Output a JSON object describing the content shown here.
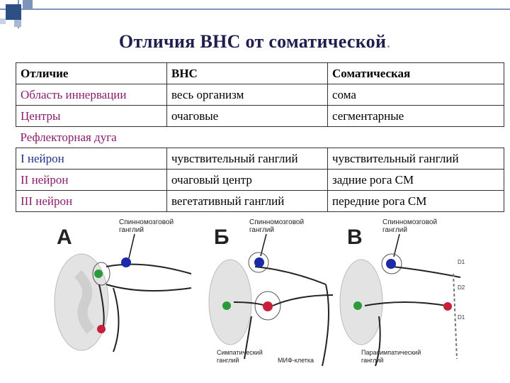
{
  "title": "Отличия ВНС от соматической",
  "title_dot": ".",
  "table": {
    "header": [
      "Отличие",
      "ВНС",
      "Соматическая"
    ],
    "rows": [
      [
        "Область иннервации",
        "весь организм",
        "сома"
      ],
      [
        "Центры",
        "очаговые",
        "сегментарные"
      ]
    ],
    "section": "Рефлекторная дуга",
    "neurons": [
      [
        "I нейрон",
        "чувствительный ганглий",
        "чувствительный ганглий"
      ],
      [
        "II нейрон",
        "очаговый центр",
        "задние рога СМ"
      ],
      [
        "III нейрон",
        "вегетативный ганглий",
        "передние рога СМ"
      ]
    ]
  },
  "figures": {
    "a": {
      "letter": "А",
      "label1": "Спинномозговой",
      "label2": "ганглий"
    },
    "b": {
      "letter": "Б",
      "label1": "Спинномозговой",
      "label2": "ганглий",
      "bottom1a": "Симпатический",
      "bottom1b": "ганглий",
      "bottom2": "МИФ-клетка"
    },
    "c": {
      "letter": "В",
      "label1": "Спинномозговой",
      "label2": "ганглий",
      "bottom1a": "Парасимпатический",
      "bottom1b": "ганглий",
      "side1": "D1",
      "side2": "D2",
      "side3": "D1"
    }
  },
  "colors": {
    "neuron_blue": "#1a2aa8",
    "neuron_green": "#2a9a3a",
    "neuron_red": "#c8203a"
  }
}
